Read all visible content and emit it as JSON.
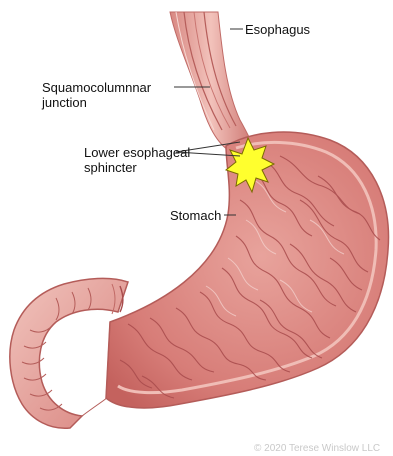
{
  "labels": {
    "esophagus": "Esophagus",
    "squamocolumnar_line1": "Squamocolumnnar",
    "squamocolumnar_line2": "junction",
    "les_line1": "Lower esophageal",
    "les_line2": "sphincter",
    "stomach": "Stomach"
  },
  "copyright": "© 2020 Terese Winslow LLC",
  "colors": {
    "tissue_outer": "#d98b86",
    "tissue_mid": "#e7a8a2",
    "tissue_inner": "#c8625f",
    "rugae": "#a84b4c",
    "highlight": "#f4d3cf",
    "sphincter_burst": "#ffff2e",
    "leader_line": "#333333"
  }
}
